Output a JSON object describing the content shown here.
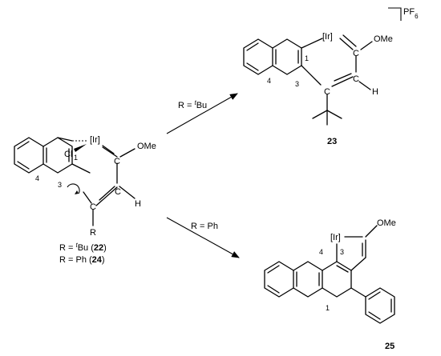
{
  "atoms": {
    "ir": "[Ir]",
    "ome": "OMe",
    "cl": "Cl",
    "c": "C",
    "h": "H",
    "r": "R",
    "pf": "PF",
    "pf_sub": "6"
  },
  "locants": {
    "one": "1",
    "three": "3",
    "four": "4"
  },
  "reactant": {
    "label_tbu_prefix": "R = ",
    "label_tbu_t": "t",
    "label_tbu_bu": "Bu (",
    "label_tbu_num": "22",
    "label_tbu_close": ")",
    "label_ph_prefix": "R = Ph (",
    "label_ph_num": "24",
    "label_ph_close": ")"
  },
  "arrows": {
    "upper_prefix": "R = ",
    "upper_t": "t",
    "upper_bu": "Bu",
    "lower": "R = Ph"
  },
  "products": {
    "upper_number": "23",
    "lower_number": "25"
  }
}
